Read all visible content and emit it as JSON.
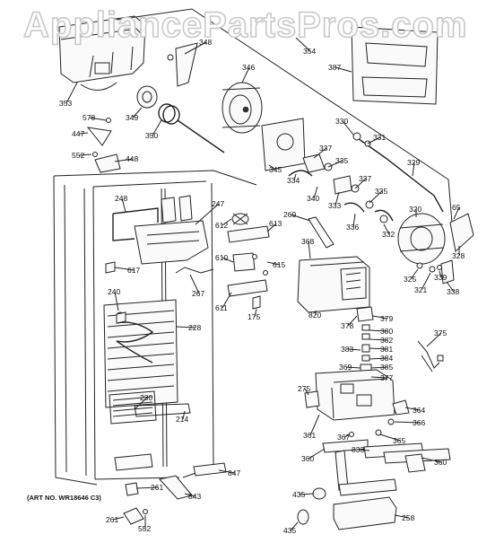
{
  "watermark": "AppliancePartsPros.com",
  "art_number": "(ART NO. WR18646 C3)",
  "callouts": [
    {
      "id": "c353",
      "text": "353"
    },
    {
      "id": "c348",
      "text": "348"
    },
    {
      "id": "c346",
      "text": "346"
    },
    {
      "id": "c354",
      "text": "354"
    },
    {
      "id": "c387",
      "text": "387"
    },
    {
      "id": "c578",
      "text": "578"
    },
    {
      "id": "c349",
      "text": "349"
    },
    {
      "id": "c447",
      "text": "447"
    },
    {
      "id": "c350",
      "text": "350"
    },
    {
      "id": "c552a",
      "text": "552"
    },
    {
      "id": "c448",
      "text": "448"
    },
    {
      "id": "c330",
      "text": "330"
    },
    {
      "id": "c331",
      "text": "331"
    },
    {
      "id": "c337a",
      "text": "337"
    },
    {
      "id": "c335a",
      "text": "335"
    },
    {
      "id": "c329",
      "text": "329"
    },
    {
      "id": "c345",
      "text": "345"
    },
    {
      "id": "c334",
      "text": "334"
    },
    {
      "id": "c340",
      "text": "340"
    },
    {
      "id": "c333",
      "text": "333"
    },
    {
      "id": "c337b",
      "text": "337"
    },
    {
      "id": "c335b",
      "text": "335"
    },
    {
      "id": "c65",
      "text": "65"
    },
    {
      "id": "c248",
      "text": "248"
    },
    {
      "id": "c247",
      "text": "247"
    },
    {
      "id": "c612",
      "text": "612"
    },
    {
      "id": "c613",
      "text": "613"
    },
    {
      "id": "c269",
      "text": "269"
    },
    {
      "id": "c336",
      "text": "336"
    },
    {
      "id": "c332",
      "text": "332"
    },
    {
      "id": "c320",
      "text": "320"
    },
    {
      "id": "c368",
      "text": "368"
    },
    {
      "id": "c610",
      "text": "610"
    },
    {
      "id": "c615",
      "text": "615"
    },
    {
      "id": "c617",
      "text": "617"
    },
    {
      "id": "c328",
      "text": "328"
    },
    {
      "id": "c325",
      "text": "325"
    },
    {
      "id": "c339",
      "text": "339"
    },
    {
      "id": "c321",
      "text": "321"
    },
    {
      "id": "c338",
      "text": "338"
    },
    {
      "id": "c267",
      "text": "267"
    },
    {
      "id": "c611",
      "text": "611"
    },
    {
      "id": "c240",
      "text": "240"
    },
    {
      "id": "c175",
      "text": "175"
    },
    {
      "id": "c820",
      "text": "820"
    },
    {
      "id": "c228",
      "text": "228"
    },
    {
      "id": "c378",
      "text": "378"
    },
    {
      "id": "c379",
      "text": "379"
    },
    {
      "id": "c380",
      "text": "380"
    },
    {
      "id": "c375",
      "text": "375"
    },
    {
      "id": "c382",
      "text": "382"
    },
    {
      "id": "c383",
      "text": "383"
    },
    {
      "id": "c381",
      "text": "381"
    },
    {
      "id": "c384",
      "text": "384"
    },
    {
      "id": "c369",
      "text": "369"
    },
    {
      "id": "c385",
      "text": "385"
    },
    {
      "id": "c377",
      "text": "377"
    },
    {
      "id": "c275",
      "text": "275"
    },
    {
      "id": "c230",
      "text": "230"
    },
    {
      "id": "c214",
      "text": "214"
    },
    {
      "id": "c364",
      "text": "364"
    },
    {
      "id": "c366",
      "text": "366"
    },
    {
      "id": "c361",
      "text": "361"
    },
    {
      "id": "c367",
      "text": "367"
    },
    {
      "id": "c365",
      "text": "365"
    },
    {
      "id": "c833",
      "text": "833"
    },
    {
      "id": "c360a",
      "text": "360"
    },
    {
      "id": "c360b",
      "text": "360"
    },
    {
      "id": "c847",
      "text": "847"
    },
    {
      "id": "c261a",
      "text": "261"
    },
    {
      "id": "c843",
      "text": "843"
    },
    {
      "id": "c435a",
      "text": "435"
    },
    {
      "id": "c435b",
      "text": "435"
    },
    {
      "id": "c258",
      "text": "258"
    },
    {
      "id": "c261b",
      "text": "261"
    },
    {
      "id": "c552b",
      "text": "552"
    }
  ]
}
